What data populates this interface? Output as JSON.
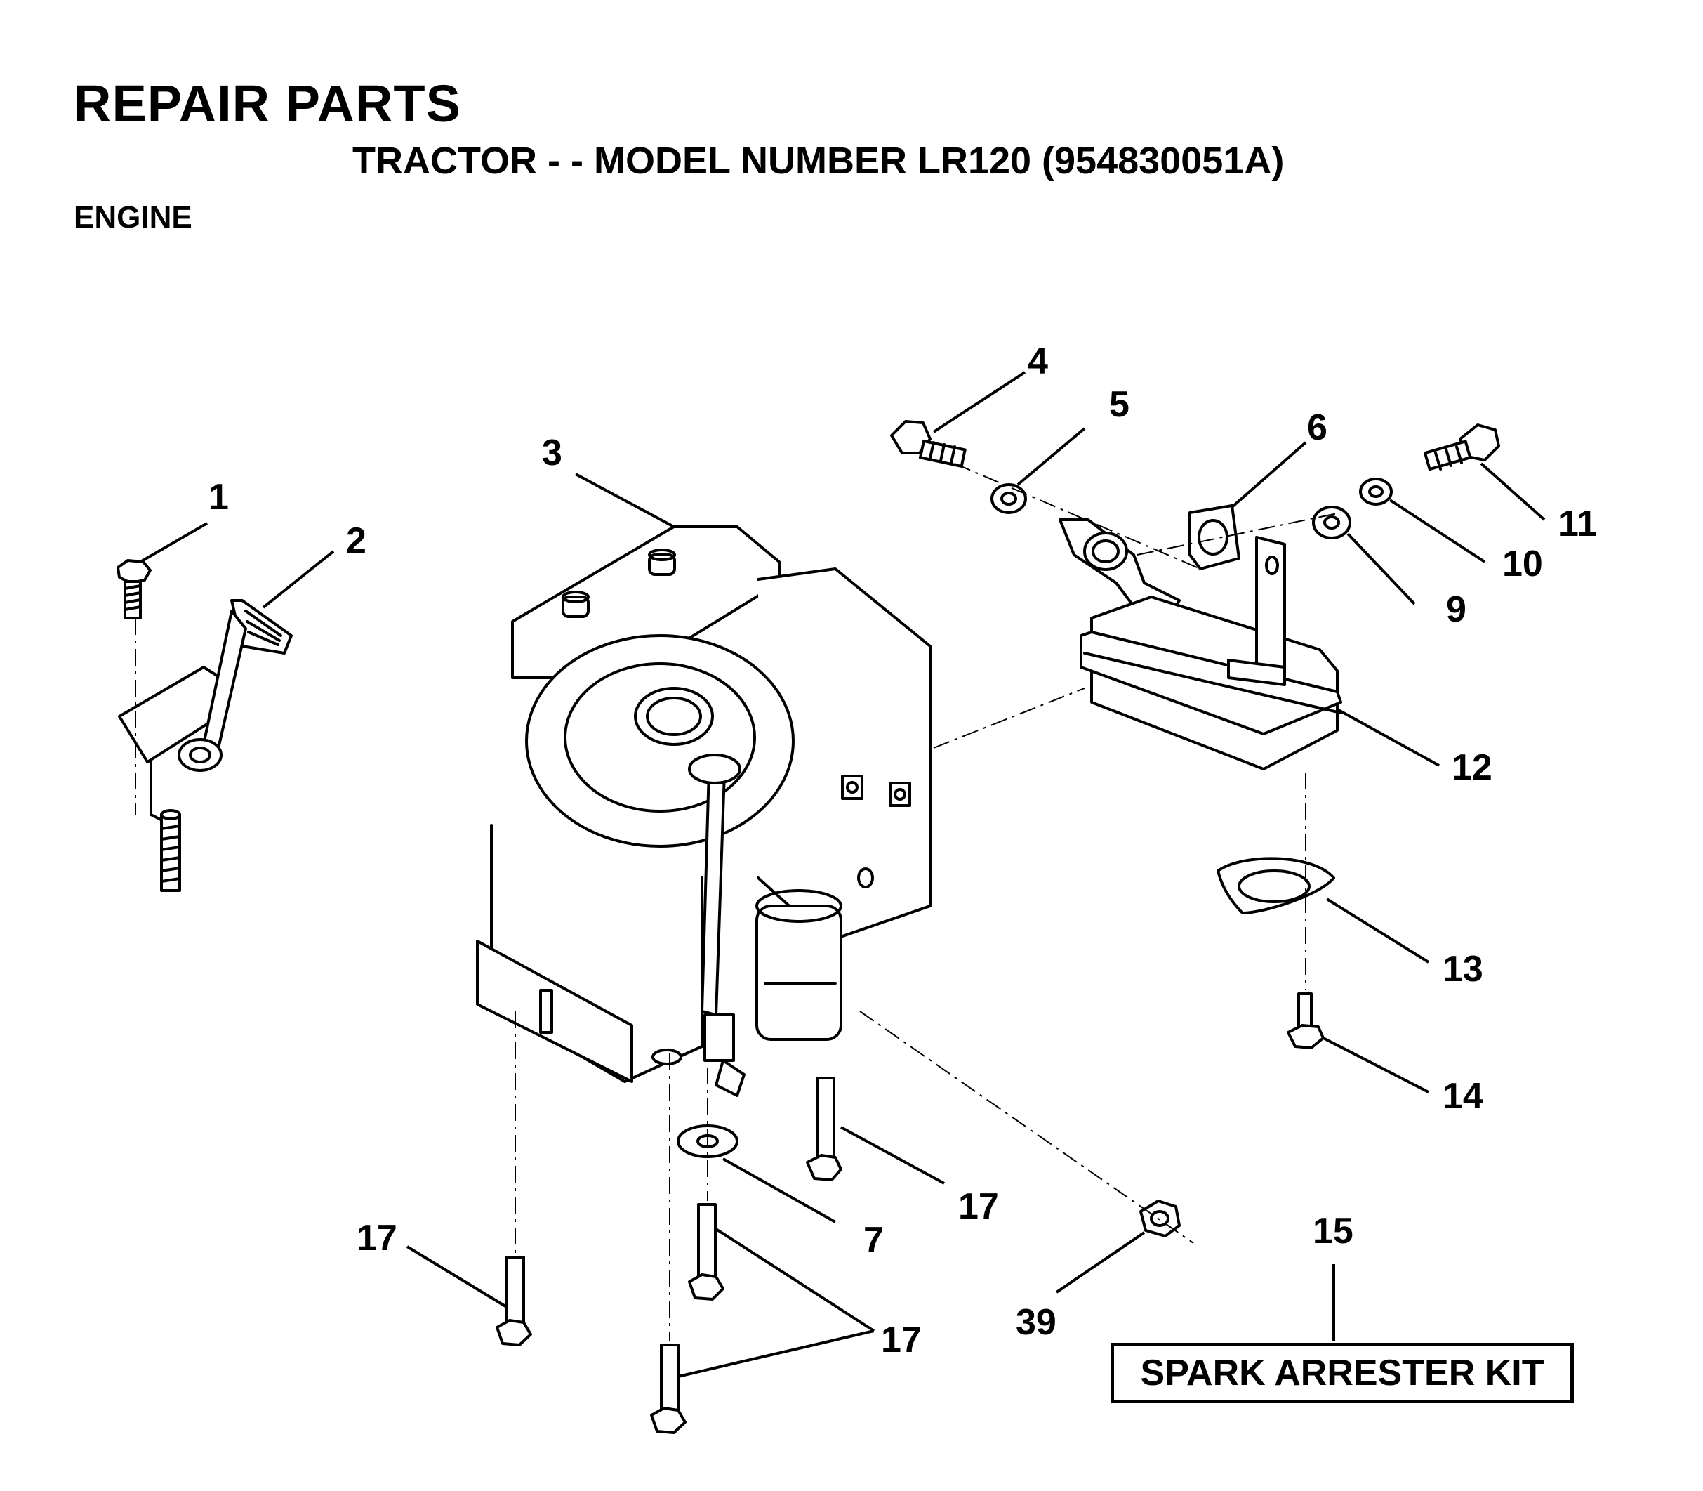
{
  "header": {
    "title": "REPAIR PARTS",
    "subtitle": "TRACTOR - - MODEL NUMBER LR120 (954830051A)",
    "section": "ENGINE"
  },
  "callouts": [
    {
      "id": "c1",
      "label": "1"
    },
    {
      "id": "c2",
      "label": "2"
    },
    {
      "id": "c3",
      "label": "3"
    },
    {
      "id": "c4",
      "label": "4"
    },
    {
      "id": "c5",
      "label": "5"
    },
    {
      "id": "c6",
      "label": "6"
    },
    {
      "id": "c7",
      "label": "7"
    },
    {
      "id": "c9",
      "label": "9"
    },
    {
      "id": "c10",
      "label": "10"
    },
    {
      "id": "c11",
      "label": "11"
    },
    {
      "id": "c12",
      "label": "12"
    },
    {
      "id": "c13",
      "label": "13"
    },
    {
      "id": "c14",
      "label": "14"
    },
    {
      "id": "c15",
      "label": "15"
    },
    {
      "id": "c17a",
      "label": "17"
    },
    {
      "id": "c17b",
      "label": "17"
    },
    {
      "id": "c17c",
      "label": "17"
    },
    {
      "id": "c39",
      "label": "39"
    }
  ],
  "kit": {
    "label": "SPARK ARRESTER KIT"
  }
}
